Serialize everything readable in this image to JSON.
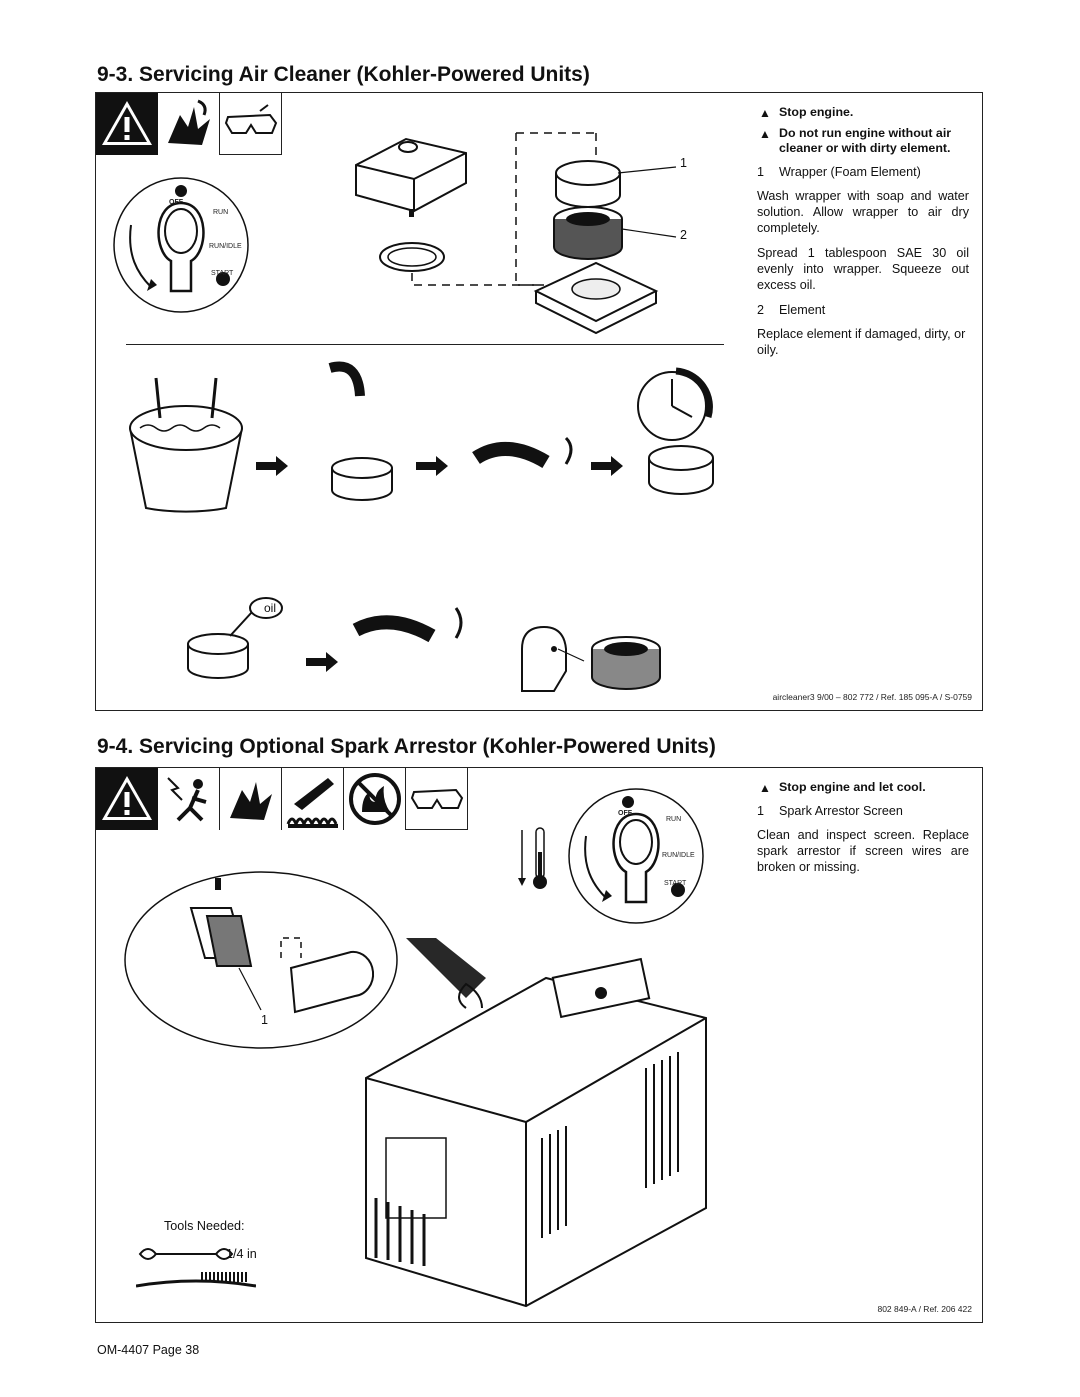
{
  "section_93": {
    "heading": "9-3.   Servicing Air Cleaner (Kohler-Powered Units)",
    "warning1": "Stop engine.",
    "warning2": "Do not run engine without air cleaner or with dirty element.",
    "item1_num": "1",
    "item1_label": "Wrapper (Foam Element)",
    "para1": "Wash wrapper with soap and water solution. Allow wrapper to air dry completely.",
    "para2": "Spread 1 tablespoon SAE 30 oil evenly into wrapper. Squeeze out excess oil.",
    "item2_num": "2",
    "item2_label": "Element",
    "para3": "Replace element if damaged, dirty, or oily.",
    "callout1": "1",
    "callout2": "2",
    "oil_label": "oil",
    "ref": "aircleaner3 9/00 – 802 772 / Ref. 185 095-A / S-0759"
  },
  "section_94": {
    "heading": "9-4.   Servicing Optional Spark Arrestor (Kohler-Powered Units)",
    "warning1": "Stop engine and let cool.",
    "item1_num": "1",
    "item1_label": "Spark Arrestor Screen",
    "para1": "Clean and inspect screen. Replace spark arrestor if screen wires are broken or missing.",
    "callout1": "1",
    "tools_needed": "Tools Needed:",
    "wrench_size": "1/4 in",
    "ref": "802 849-A / Ref. 206 422"
  },
  "switch_dial": {
    "off": "OFF",
    "run": "RUN",
    "run_idle": "RUN/IDLE",
    "start": "START"
  },
  "footer": {
    "page": "OM-4407 Page 38"
  },
  "icons": [
    "warning-icon",
    "fan-hand-hazard-icon",
    "safety-glasses-icon",
    "electric-shock-icon",
    "hot-surface-icon",
    "no-fire-icon"
  ]
}
